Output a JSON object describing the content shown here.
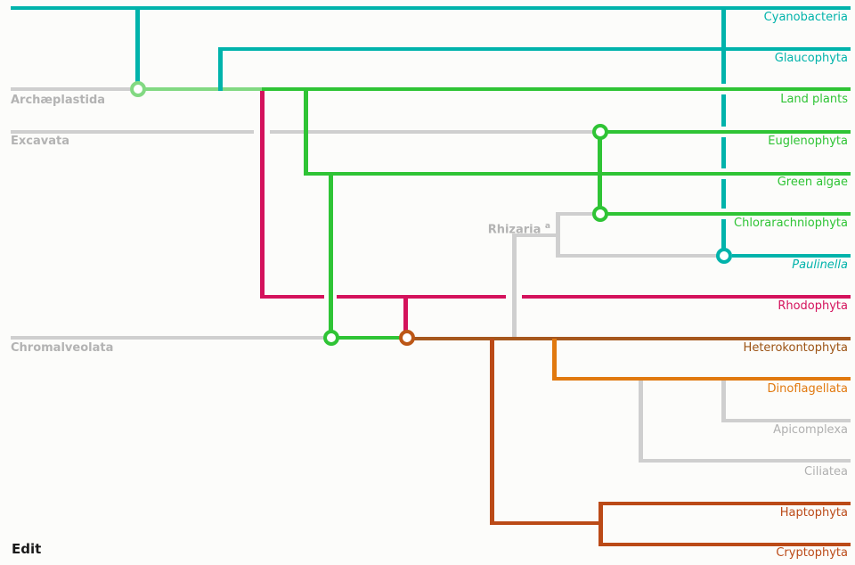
{
  "diagram": {
    "edit_label": "Edit",
    "groups": {
      "archaeplastida": "Archæplastida",
      "excavata": "Excavata",
      "chromalveolata": "Chromalveolata",
      "rhizaria": "Rhizaria",
      "rhizaria_footnote": "a"
    },
    "taxa": {
      "cyanobacteria": "Cyanobacteria",
      "glaucophyta": "Glaucophyta",
      "land_plants": "Land plants",
      "euglenophyta": "Euglenophyta",
      "green_algae": "Green algae",
      "chlorarachniophyta": "Chlorarachniophyta",
      "paulinella": "Paulinella",
      "rhodophyta": "Rhodophyta",
      "heterokontophyta": "Heterokontophyta",
      "dinoflagellata": "Dinoflagellata",
      "apicomplexa": "Apicomplexa",
      "ciliatea": "Ciliatea",
      "haptophyta": "Haptophyta",
      "cryptophyta": "Cryptophyta"
    },
    "colors": {
      "cyanobacteria_teal": "#00b3ab",
      "green_plastid": "#2fc435",
      "primary_light_green": "#82d982",
      "red_plastid_crimson": "#d4125c",
      "heterokont_brown": "#a6571d",
      "dinoflagellate_orange": "#e1790f",
      "hapto_crypto_rust": "#bb4a17",
      "host_lineage_gray": "#cfcfcf",
      "group_label_gray": "#b3b3b3",
      "background": "#fcfcfa"
    }
  }
}
